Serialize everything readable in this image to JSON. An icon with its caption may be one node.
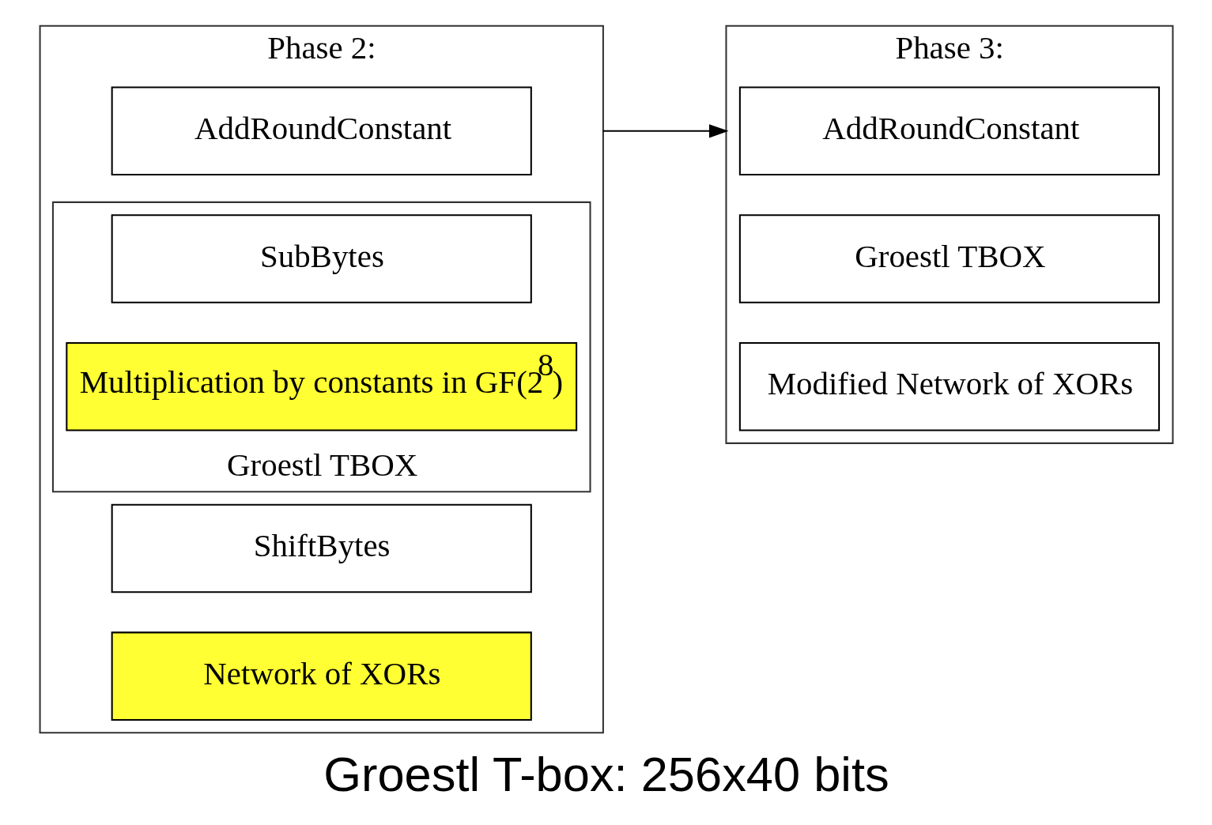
{
  "diagram": {
    "caption": "Groestl T-box: 256x40 bits",
    "nodes": [
      {
        "text": [
          "Phase 2:"
        ]
      },
      {
        "text": [
          "AddRoundConstant"
        ],
        "in": 0
      },
      {
        "text": [
          "Groestl TBOX"
        ],
        "in": 0
      },
      {
        "text": [
          "SubBytes"
        ],
        "in": 2
      },
      {
        "text": [
          "Multiplication by constants in GF(2$^{8}$)"
        ],
        "in": 2
      },
      {
        "text": [
          "ShiftBytes"
        ],
        "in": 0
      },
      {
        "text": [
          "Network of XORs"
        ],
        "in": 0
      },
      {
        "text": [
          "Phase 3:"
        ]
      },
      {
        "text": [
          "AddRoundConstant"
        ],
        "in": 7
      },
      {
        "text": [
          "Groestl TBOX"
        ],
        "in": 7
      },
      {
        "text": [
          "Modified Network of XORs"
        ],
        "in": 7
      }
    ],
    "edges": [
      {
        "from": 0,
        "to": 7,
        "arrow": "to"
      }
    ]
  }
}
